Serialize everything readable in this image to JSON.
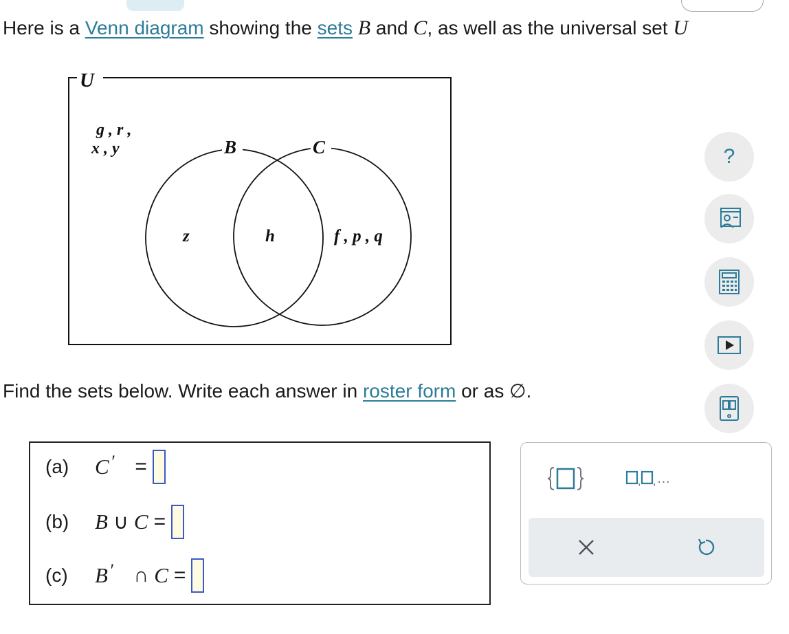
{
  "intro": {
    "prefix": "Here is a ",
    "link_venn": "Venn diagram",
    "middle1": " showing the ",
    "link_sets": "sets",
    "set_b": "B",
    "and": " and ",
    "set_c": "C",
    "tail": ", as well as the universal set ",
    "set_u": "U"
  },
  "venn": {
    "universe_label": "U",
    "circle_b_label": "B",
    "circle_c_label": "C",
    "outside_line1": "g , r ,",
    "outside_line2": "x , y",
    "only_b": "z",
    "intersection": "h",
    "only_c": "f , p , q"
  },
  "instruction": {
    "prefix": "Find the sets below. Write each answer in ",
    "link": "roster form",
    "suffix": " or as ∅."
  },
  "questions": [
    {
      "label": "(a)",
      "set1": "C",
      "prime1": "′",
      "op": "",
      "set2": "",
      "prime2": "",
      "eq": "="
    },
    {
      "label": "(b)",
      "set1": "B",
      "prime1": "",
      "op": "∪",
      "set2": "C",
      "prime2": "",
      "eq": "="
    },
    {
      "label": "(c)",
      "set1": "B",
      "prime1": "′",
      "op": "∩",
      "set2": "C",
      "prime2": "",
      "eq": "="
    }
  ],
  "sidebar_tools": [
    "help-icon",
    "tutor-icon",
    "calculator-icon",
    "video-icon",
    "textbook-icon",
    "accessibility-icon"
  ],
  "palette": {
    "ellipsis": "…",
    "clear_icon": "close-icon",
    "undo_icon": "undo-icon"
  },
  "colors": {
    "link": "#2d7c99",
    "slot_border": "#3b59c9",
    "slot_fill": "#fffbe0"
  }
}
